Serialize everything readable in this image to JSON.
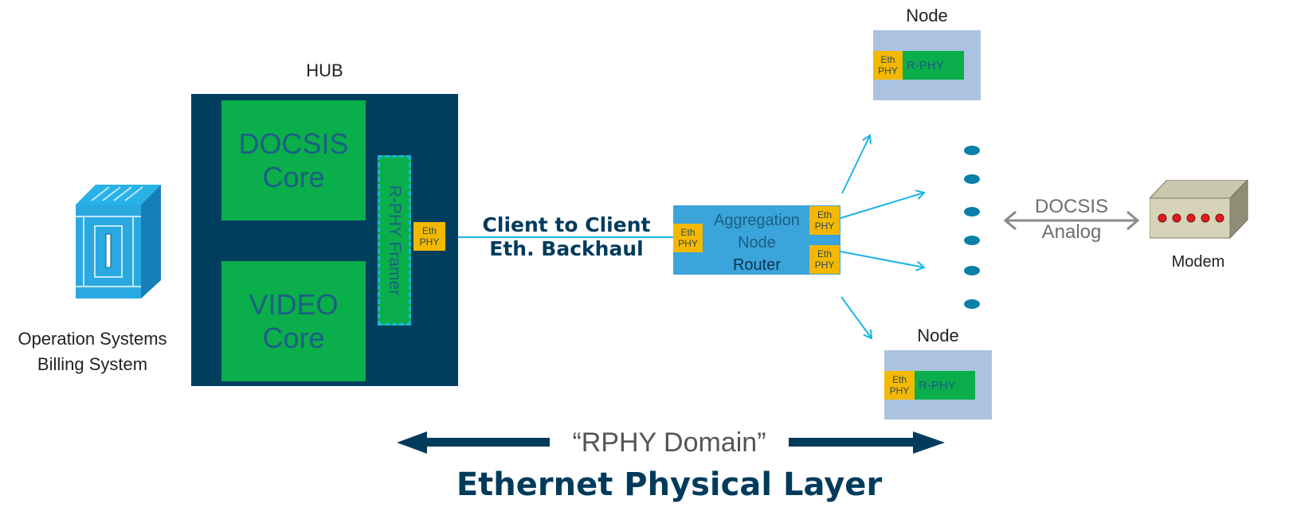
{
  "operation_systems": {
    "line1": "Operation Systems",
    "line2": "Billing System"
  },
  "hub": {
    "label": "HUB",
    "docsis_core": {
      "line1": "DOCSIS",
      "line2": "Core"
    },
    "video_core": {
      "line1": "VIDEO",
      "line2": "Core"
    },
    "framer": "R-PHY Framer",
    "eth_phy": {
      "line1": "Eth",
      "line2": "PHY"
    }
  },
  "backhaul": {
    "line1": "Client to Client",
    "line2": "Eth. Backhaul"
  },
  "aggregation": {
    "line1": "Aggregation",
    "line2": "Node",
    "line3": "Router",
    "eth_in": {
      "line1": "Eth",
      "line2": "PHY"
    },
    "eth_out_1": {
      "line1": "Eth",
      "line2": "PHY"
    },
    "eth_out_2": {
      "line1": "Eth",
      "line2": "PHY"
    }
  },
  "node_top": {
    "label": "Node",
    "eth": {
      "line1": "Eth",
      "line2": "PHY"
    },
    "rphy": "R-PHY"
  },
  "node_bottom": {
    "label": "Node",
    "eth": {
      "line1": "Eth",
      "line2": "PHY"
    },
    "rphy": "R-PHY"
  },
  "docsis_link": {
    "line1": "DOCSIS",
    "line2": "Analog"
  },
  "modem": {
    "label": "Modem"
  },
  "rphy_domain": "“RPHY Domain”",
  "footer": "Ethernet Physical Layer",
  "colors": {
    "hub_bg": "#023f5e",
    "core_green": "#0aae4a",
    "eth_yellow": "#f5b800",
    "wire_cyan": "#1ab4e6",
    "agg_blue": "#3aa4db",
    "node_bg": "#abc3e0",
    "dark_navy": "#003b5c",
    "dots_teal": "#0a7fa8"
  }
}
